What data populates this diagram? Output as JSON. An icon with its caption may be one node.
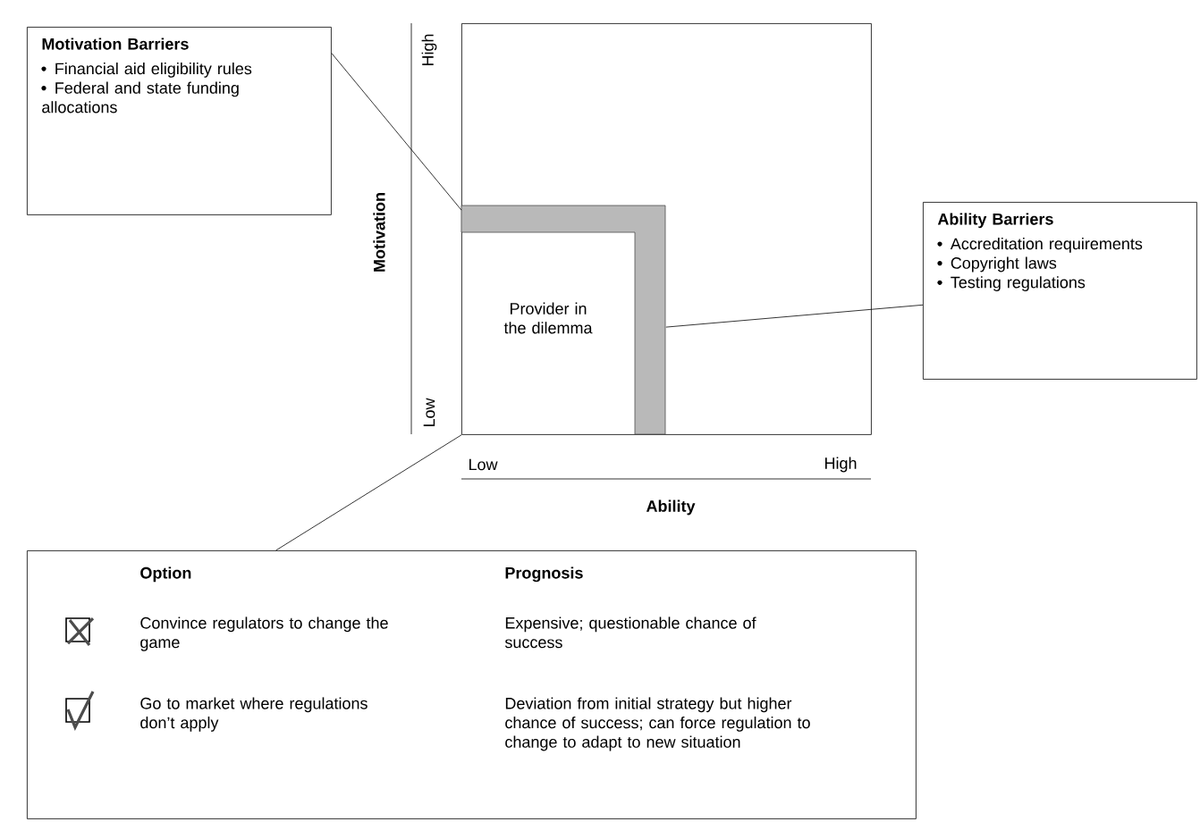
{
  "diagram": {
    "nodes": [
      {
        "text": [
          "Motivation Barriers",
          "Financial aid eligibility rules",
          "Federal and state funding allocations"
        ]
      },
      {
        "text": [
          "Ability Barriers",
          "Accreditation requirements",
          "Copyright laws",
          "Testing regulations"
        ]
      },
      {
        "text": [],
        "shape": "box"
      },
      {
        "text": [],
        "shape": "bar",
        "in": 2
      },
      {
        "text": [
          "Provider in the dilemma"
        ],
        "in": 2
      },
      {
        "text": [
          "Option",
          "Prognosis",
          "Convince regulators to change the game",
          "Expensive; questionable chance of success",
          "Go to market where regulations don’t apply",
          "Deviation from initial strategy but higher chance of success; can force regulation to change to adapt to new situation"
        ]
      }
    ],
    "edges": [
      {
        "from": 0,
        "to": 3,
        "arrow": "none"
      },
      {
        "from": 1,
        "to": 3,
        "arrow": "none"
      },
      {
        "from": 5,
        "to": 4,
        "arrow": "none"
      }
    ],
    "labels": [
      "High",
      "Motivation",
      "Low",
      "Low",
      "High",
      "Ability"
    ]
  }
}
